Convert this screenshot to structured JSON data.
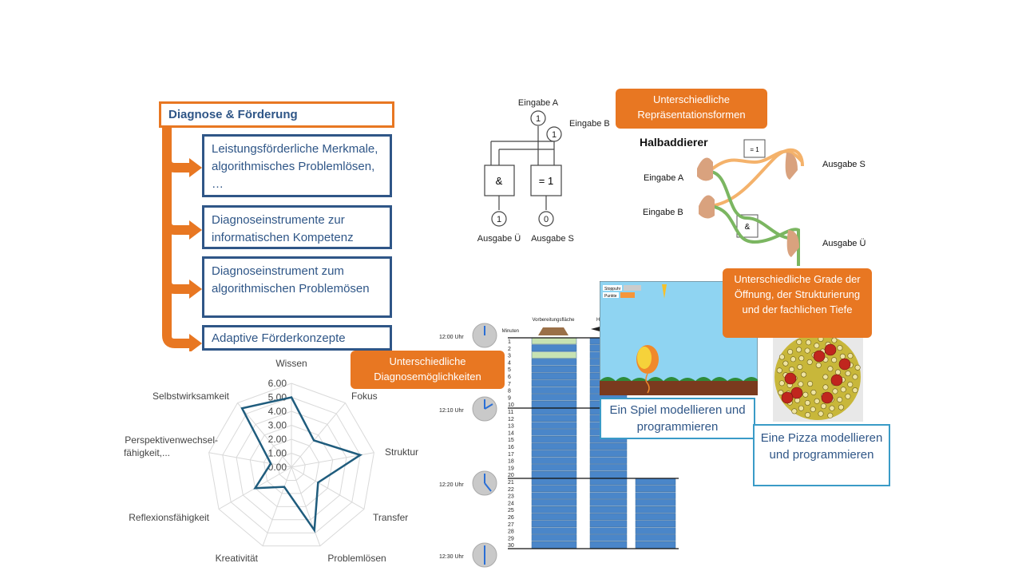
{
  "left": {
    "title": "Diagnose & Förderung",
    "items": [
      "Leistungsförderliche Merkmale, algorithmisches Problemlösen, …",
      "Diagnoseinstrumente zur informatischen Kompetenz",
      "Diagnoseinstrument zum algorithmischen Problemösen",
      "Adaptive Förderkonzepte"
    ]
  },
  "logic": {
    "in_a": "Eingabe A",
    "in_b": "Eingabe B",
    "gate_and": "&",
    "gate_xor": "= 1",
    "a_val": "1",
    "b_val": "1",
    "out_u_val": "1",
    "out_s_val": "0",
    "out_u": "Ausgabe Ü",
    "out_s": "Ausgabe S"
  },
  "halb": {
    "title": "Halbaddierer",
    "in_a": "Eingabe A",
    "in_b": "Eingabe B",
    "out_s": "Ausgabe S",
    "out_u": "Ausgabe Ü",
    "gate_xor": "= 1",
    "gate_and": "&"
  },
  "callouts": {
    "repr": "Unterschiedliche Repräsentationsformen",
    "open": "Unterschiedliche Grade der Öffnung, der Strukturierung und der fachlichen Tiefe",
    "diag": "Unterschiedliche Diagnosemöglichkeiten",
    "game": "Ein Spiel modellieren und programmieren",
    "pizza": "Eine Pizza modellieren und programmieren"
  },
  "game": {
    "label1": "Stoppuhr",
    "label2": "Punkte"
  },
  "timeline": {
    "minutes_label": "Minuten",
    "col1": "Vorbereitungsfläche",
    "col2": "He",
    "times": [
      "12:00 Uhr",
      "12:10 Uhr",
      "12:20 Uhr",
      "12:30 Uhr"
    ],
    "minutes": [
      "1",
      "2",
      "3",
      "4",
      "5",
      "6",
      "7",
      "8",
      "9",
      "10",
      "11",
      "12",
      "13",
      "14",
      "15",
      "16",
      "17",
      "18",
      "19",
      "20",
      "21",
      "22",
      "23",
      "24",
      "25",
      "26",
      "27",
      "28",
      "29",
      "30"
    ]
  },
  "colors": {
    "orange": "#e87722",
    "blue": "#2f5687",
    "cyan": "#3a9bc7",
    "radar": "#1f5c7d"
  },
  "chart_data": {
    "type": "radar",
    "categories": [
      "Wissen",
      "Fokus",
      "Struktur",
      "Transfer",
      "Problemlösen",
      "Kreativität",
      "Reflexionsfähigkeit",
      "Perspektivenwechsel-fähigkeit,...",
      "Selbstwirksamkeit"
    ],
    "values": [
      5.0,
      2.5,
      5.0,
      2.2,
      4.8,
      1.5,
      3.0,
      1.5,
      5.5
    ],
    "tick_labels": [
      "0.00",
      "1.00",
      "2.00",
      "3.00",
      "4.00",
      "5.00",
      "6.00"
    ],
    "rlim": [
      0,
      6
    ]
  }
}
